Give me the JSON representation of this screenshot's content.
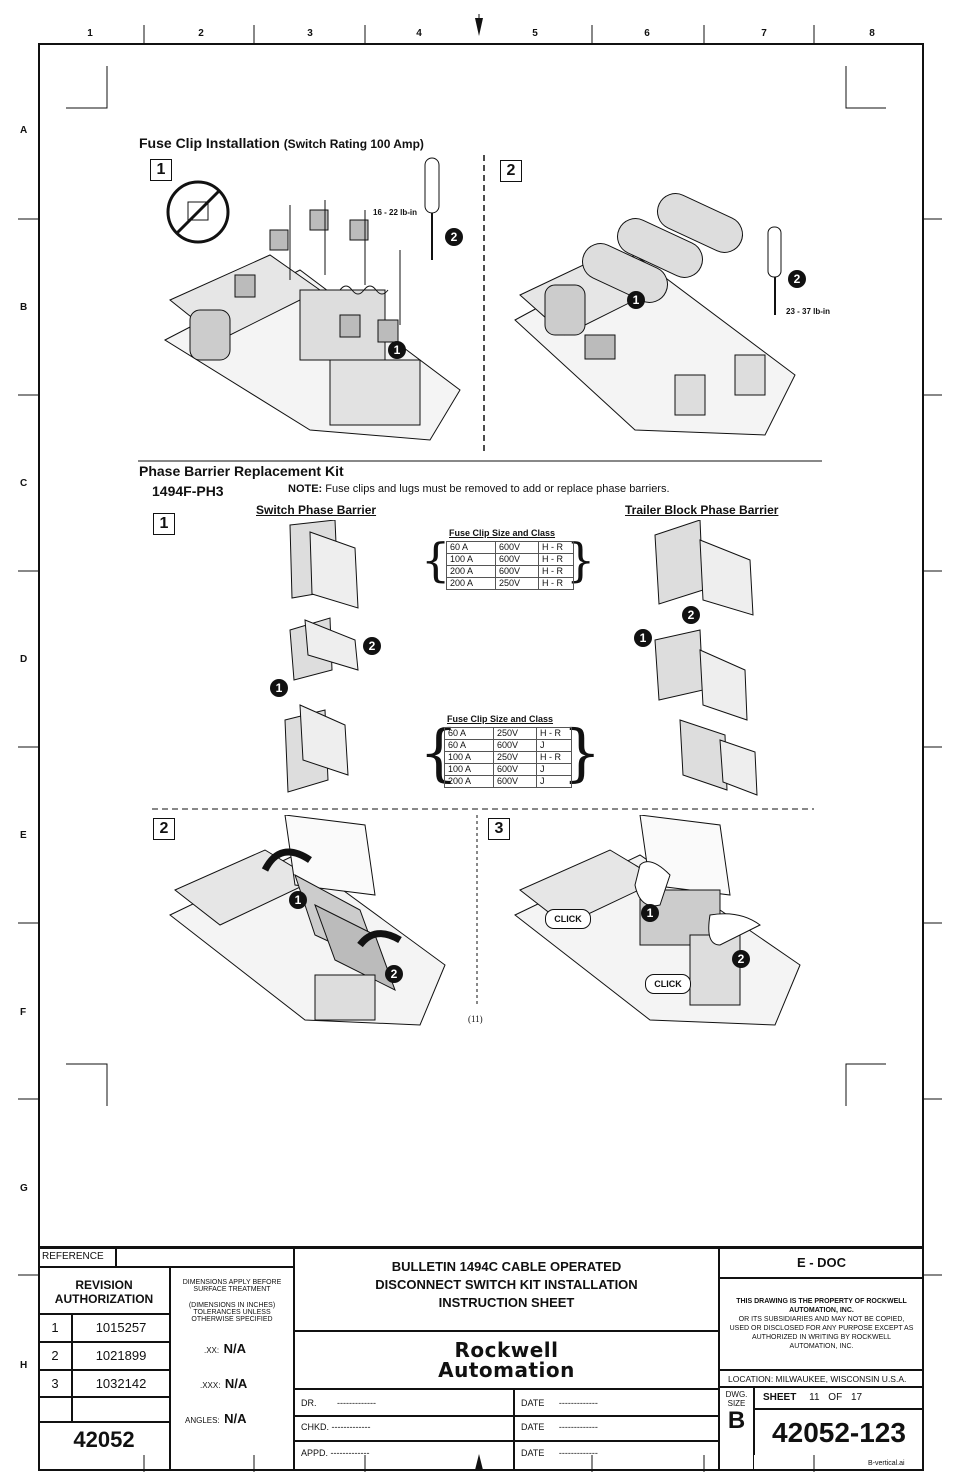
{
  "zones": {
    "columns": [
      "1",
      "2",
      "3",
      "4",
      "5",
      "6",
      "7",
      "8"
    ],
    "rows": [
      "A",
      "B",
      "C",
      "D",
      "E",
      "F",
      "G",
      "H"
    ]
  },
  "section1": {
    "title": "Fuse Clip Installation",
    "title_sub": "(Switch Rating 100 Amp)",
    "step1": "1",
    "step2": "2",
    "torque1": "16 - 22 lb-in",
    "torque2": "23 - 37 lb-in",
    "b1": "1",
    "b2": "2"
  },
  "section2": {
    "title": "Phase Barrier Replacement Kit",
    "part": "1494F-PH3",
    "note_label": "NOTE:",
    "note": "Fuse clips and lugs must be removed to add or replace phase barriers.",
    "step1": "1",
    "step2": "2",
    "step3": "3",
    "switch_label": "Switch Phase Barrier",
    "trailer_label": "Trailer Block Phase Barrier",
    "click": "CLICK",
    "page_number": "(11)",
    "b1": "1",
    "b2": "2"
  },
  "table1": {
    "caption": "Fuse Clip Size and Class",
    "rows": [
      [
        "60 A",
        "600V",
        "H - R"
      ],
      [
        "100 A",
        "600V",
        "H - R"
      ],
      [
        "200 A",
        "600V",
        "H - R"
      ],
      [
        "200 A",
        "250V",
        "H - R"
      ]
    ]
  },
  "table2": {
    "caption": "Fuse Clip Size and Class",
    "rows": [
      [
        "60 A",
        "250V",
        "H - R"
      ],
      [
        "60 A",
        "600V",
        "J"
      ],
      [
        "100 A",
        "250V",
        "H - R"
      ],
      [
        "100 A",
        "600V",
        "J"
      ],
      [
        "200 A",
        "600V",
        "J"
      ]
    ]
  },
  "titleblock": {
    "reference": "REFERENCE",
    "revision_auth": "REVISION AUTHORIZATION",
    "revisions": [
      [
        "1",
        "1015257"
      ],
      [
        "2",
        "1021899"
      ],
      [
        "3",
        "1032142"
      ]
    ],
    "doc_number": "42052",
    "dim_note1": "DIMENSIONS APPLY BEFORE SURFACE TREATMENT",
    "dim_note2": "(DIMENSIONS IN INCHES) TOLERANCES UNLESS OTHERWISE SPECIFIED",
    "xx_label": ".XX:",
    "xx_val": "N/A",
    "xxx_label": ".XXX:",
    "xxx_val": "N/A",
    "angles_label": "ANGLES:",
    "angles_val": "N/A",
    "title_line1": "BULLETIN 1494C CABLE OPERATED",
    "title_line2": "DISCONNECT SWITCH KIT INSTALLATION",
    "title_line3": "INSTRUCTION SHEET",
    "logo_line1": "Rockwell",
    "logo_line2": "Automation",
    "dr": "DR.",
    "chkd": "CHKD.",
    "appd": "APPD.",
    "date": "DATE",
    "dashes": "-------------",
    "edoc": "E - DOC",
    "property": "THIS DRAWING IS THE PROPERTY OF ROCKWELL AUTOMATION, INC.",
    "property2": "OR ITS SUBSIDIARIES AND MAY NOT BE COPIED, USED OR DISCLOSED FOR ANY PURPOSE EXCEPT AS AUTHORIZED IN WRITING BY ROCKWELL AUTOMATION, INC.",
    "location": "LOCATION:  MILWAUKEE,  WISCONSIN  U.S.A.",
    "dwg_size_label": "DWG. SIZE",
    "dwg_size": "B",
    "sheet_label": "SHEET",
    "sheet_num": "11",
    "of": "OF",
    "sheet_total": "17",
    "drawing_number": "42052-123",
    "filename": "B-vertical.ai"
  }
}
